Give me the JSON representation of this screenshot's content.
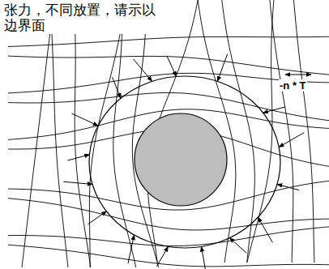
{
  "diagram": {
    "labels": [
      "张力，不同放置，请示以",
      "边界面",
      "-n * T"
    ]
  }
}
